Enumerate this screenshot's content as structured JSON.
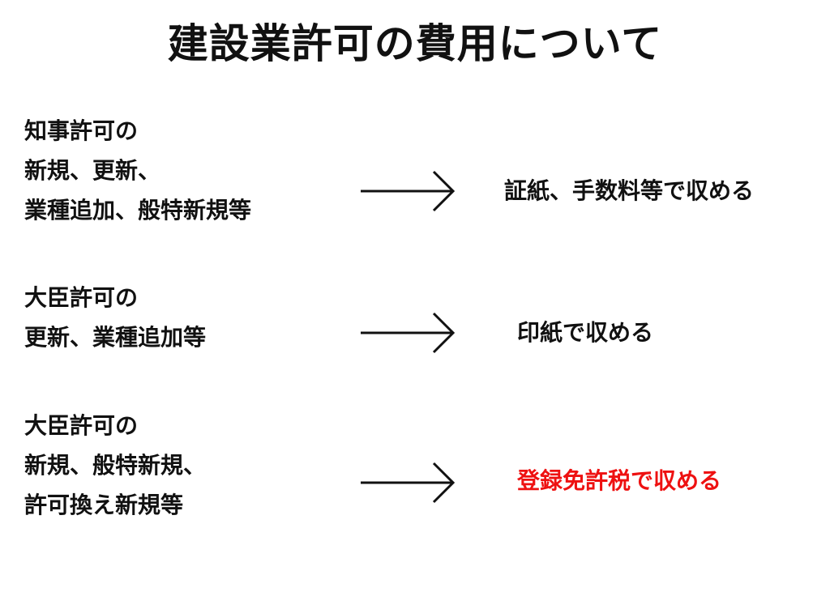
{
  "title": "建設業許可の費用について",
  "rows": [
    {
      "left_lines": [
        "知事許可の",
        "新規、更新、",
        "業種追加、般特新規等"
      ],
      "right_text": "証紙、手数料等で収める",
      "right_color": "#111111"
    },
    {
      "left_lines": [
        "大臣許可の",
        "更新、業種追加等"
      ],
      "right_text": "印紙で収める",
      "right_color": "#111111"
    },
    {
      "left_lines": [
        "大臣許可の",
        "新規、般特新規、",
        "許可換え新規等"
      ],
      "right_text": "登録免許税で収める",
      "right_color": "#ee1111"
    }
  ],
  "arrow_icon": "right-arrow-icon"
}
